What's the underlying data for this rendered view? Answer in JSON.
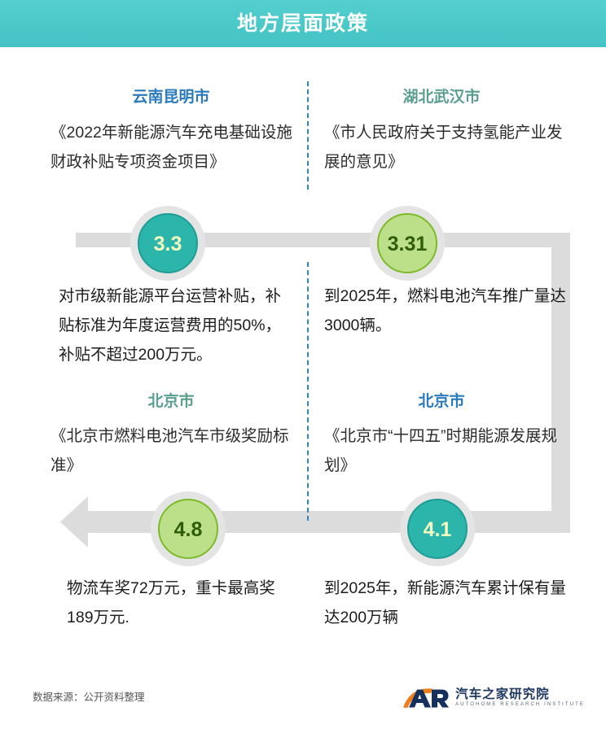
{
  "header": {
    "title": "地方层面政策",
    "background_color": "#4ac8c8",
    "text_color": "#ffffff"
  },
  "colors": {
    "teal": "#2cb5ab",
    "green": "#bce08a",
    "green_border": "#7cba2a",
    "arrow_gray": "#dcdcdc",
    "divider_blue": "#2e86c8",
    "city_blue": "#2979bb",
    "city_green": "#5a9e8e"
  },
  "cards": [
    {
      "id": "kunming",
      "city": "云南昆明市",
      "city_color": "#2979bb",
      "policy_title": "《2022年新能源汽车充电基础设施财政补贴专项资金项目》",
      "date": "3.3",
      "date_circle_color": "#2cb5ab",
      "date_text_color": "#f4ffc2",
      "body": "对市级新能源平台运营补贴，补贴标准为年度运营费用的50%，补贴不超过200万元。"
    },
    {
      "id": "wuhan",
      "city": "湖北武汉市",
      "city_color": "#5a9e8e",
      "policy_title": "《市人民政府关于支持氢能产业发展的意见》",
      "date": "3.31",
      "date_circle_color": "#bce08a",
      "date_text_color": "#2f5c0a",
      "body": "到2025年，燃料电池汽车推广量达3000辆。"
    },
    {
      "id": "beijing-1",
      "city": "北京市",
      "city_color": "#5a9e8e",
      "policy_title": "《北京市燃料电池汽车市级奖励标准》",
      "date": "4.8",
      "date_circle_color": "#bce08a",
      "date_text_color": "#2f5c0a",
      "body": "物流车奖72万元，重卡最高奖189万元."
    },
    {
      "id": "beijing-2",
      "city": "北京市",
      "city_color": "#2979bb",
      "policy_title": "《北京市“十四五”时期能源发展规划》",
      "date": "4.1",
      "date_circle_color": "#2cb5ab",
      "date_text_color": "#f4ffc2",
      "body": "到2025年，新能源汽车累计保有量达200万辆"
    }
  ],
  "footer": {
    "source": "数据来源：公开资料整理",
    "brand_cn": "汽车之家研究院",
    "brand_en": "AUTOHOME RESEARCH INSTITUTE",
    "brand_mark": "AR"
  }
}
